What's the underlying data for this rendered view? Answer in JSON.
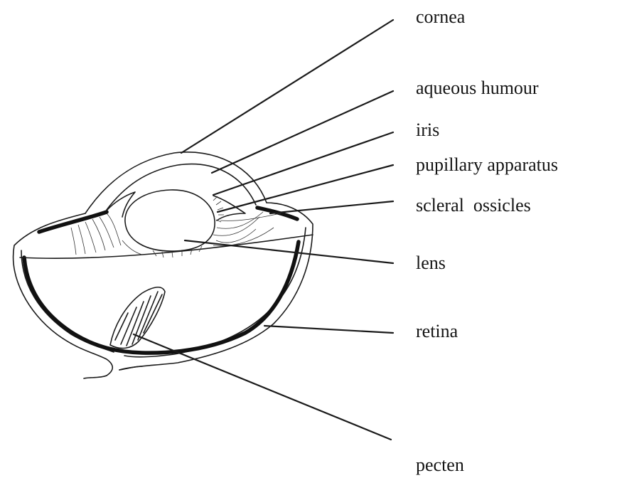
{
  "labels": {
    "cornea": "cornea",
    "aqueous_humour": "aqueous humour",
    "iris": "iris",
    "pupillary_apparatus": "pupillary apparatus",
    "scleral_ossicles": "scleral  ossicles",
    "lens": "lens",
    "retina": "retina",
    "pecten": "pecten"
  }
}
